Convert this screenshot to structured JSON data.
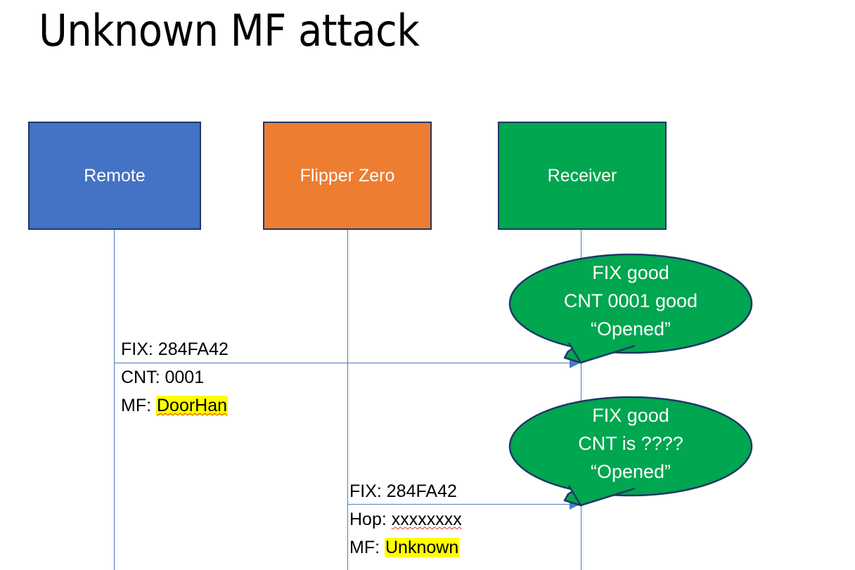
{
  "slide": {
    "title": "Unknown MF attack",
    "background": "#FFFFFF"
  },
  "colors": {
    "remote_fill": "#4472C4",
    "flipper_fill": "#ED7D31",
    "receiver_fill": "#00A650",
    "box_border": "#1F3864",
    "lifeline": "#4E7BC0",
    "callout_fill": "#00A650",
    "callout_border": "#1F3864",
    "highlight": "#FFFF00",
    "text_dark": "#000000",
    "text_light": "#FFFFFF",
    "spellcheck_underline": "#E03030"
  },
  "actors": [
    {
      "id": "remote",
      "label": "Remote"
    },
    {
      "id": "flipper",
      "label": "Flipper Zero"
    },
    {
      "id": "receiver",
      "label": "Receiver"
    }
  ],
  "messages": [
    {
      "id": "msg-1",
      "from": "remote",
      "to": "receiver",
      "lines": [
        {
          "label": "FIX: ",
          "value": "284FA42",
          "highlighted": false,
          "spellcheck": false
        },
        {
          "label": "CNT: ",
          "value": "0001",
          "highlighted": false,
          "spellcheck": false
        },
        {
          "label": "MF: ",
          "value": "DoorHan",
          "highlighted": true,
          "spellcheck": true
        }
      ]
    },
    {
      "id": "msg-2",
      "from": "flipper",
      "to": "receiver",
      "lines": [
        {
          "label": "FIX: ",
          "value": "284FA42",
          "highlighted": false,
          "spellcheck": false
        },
        {
          "label": "Hop: ",
          "value": "xxxxxxxx",
          "highlighted": false,
          "spellcheck": true
        },
        {
          "label": "MF: ",
          "value": "Unknown",
          "highlighted": true,
          "spellcheck": false
        }
      ]
    }
  ],
  "callouts": [
    {
      "id": "callout-1",
      "attached_to": "msg-1",
      "lines": [
        "FIX good",
        "CNT 0001 good",
        "“Opened”"
      ]
    },
    {
      "id": "callout-2",
      "attached_to": "msg-2",
      "lines": [
        "FIX good",
        "CNT is ????",
        "“Opened”"
      ]
    }
  ]
}
